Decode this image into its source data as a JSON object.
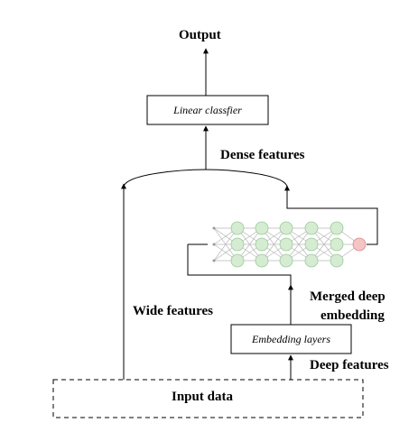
{
  "labels": {
    "output": "Output",
    "dense_features": "Dense features",
    "wide_features": "Wide features",
    "merged_line1": "Merged deep",
    "merged_line2": "embedding",
    "deep_features": "Deep features",
    "input_data": "Input data"
  },
  "boxes": {
    "linear_classifier": "Linear classfier",
    "embedding_layers": "Embedding layers"
  },
  "network": {
    "input_nodes": 3,
    "hidden_layers": 5,
    "nodes_per_hidden_layer": 3,
    "output_nodes": 1,
    "hidden_node_color": "#d5ecd2",
    "hidden_node_stroke": "#9cc99a",
    "output_node_color": "#f5c4c4",
    "output_node_stroke": "#d98b8b",
    "edge_color": "#b8b8b8"
  }
}
